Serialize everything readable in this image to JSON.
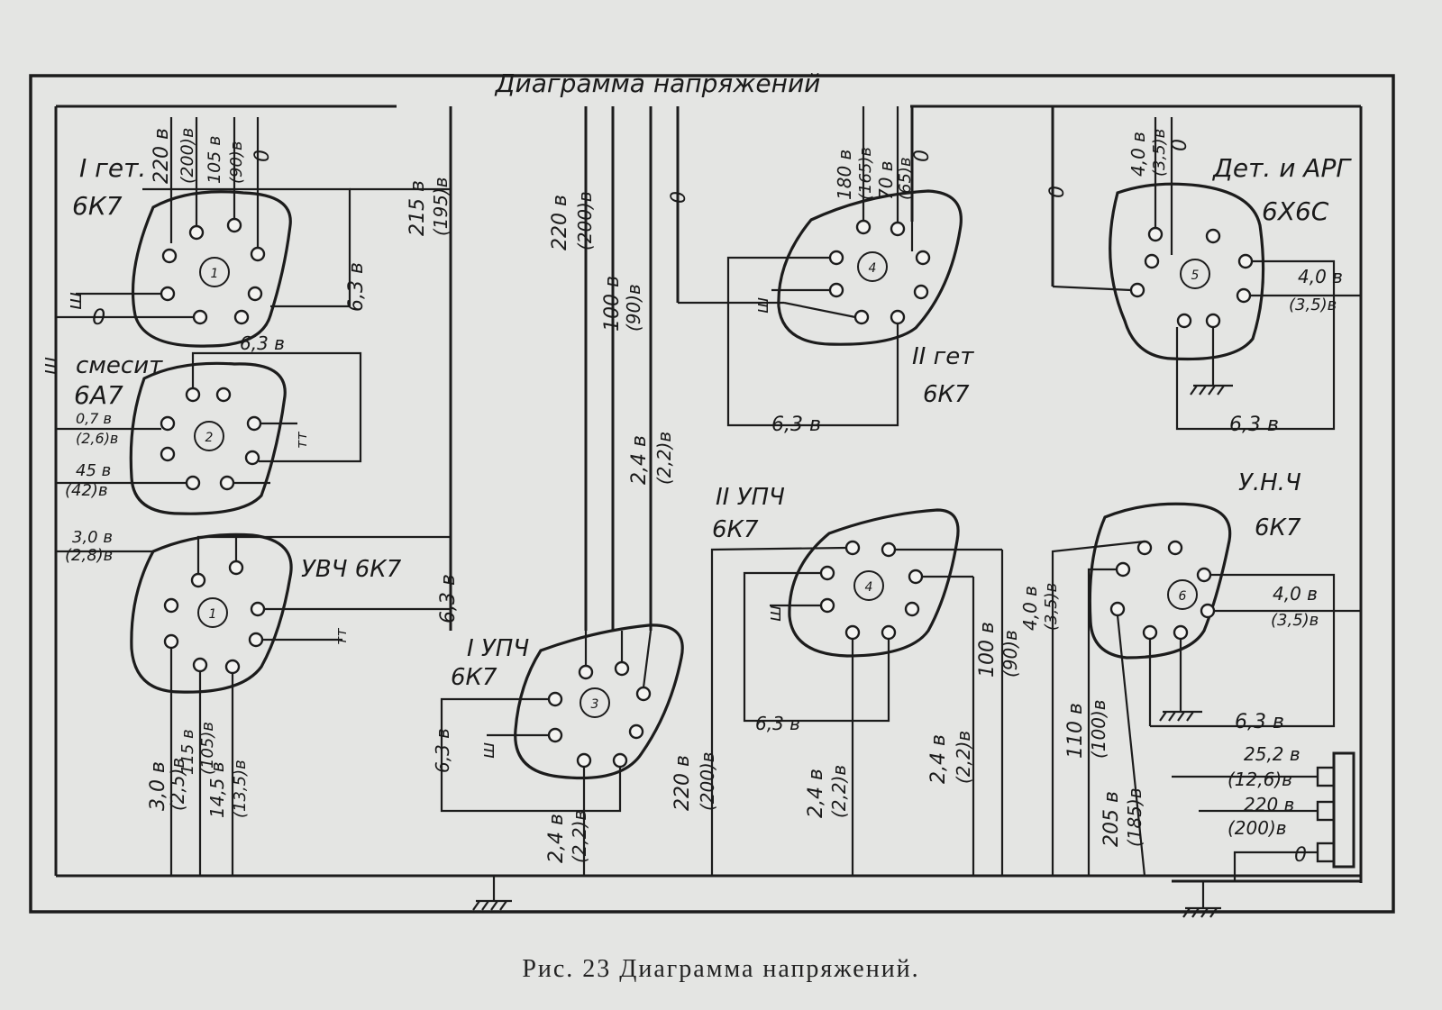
{
  "title": "Диаграмма напряжений",
  "caption": "Рис. 23  Диаграмма напряжений.",
  "tubes": [
    {
      "id": "hetI",
      "name": "I гет.",
      "type": "6К7",
      "num": "1"
    },
    {
      "id": "mixer",
      "name": "смесит",
      "type": "6А7",
      "num": "2"
    },
    {
      "id": "uvch",
      "name": "УВЧ 6К7",
      "type": "",
      "num": "1"
    },
    {
      "id": "upch1",
      "name": "I УПЧ",
      "type": "6К7",
      "num": "3"
    },
    {
      "id": "hetII",
      "name": "II гет",
      "type": "6К7",
      "num": "4"
    },
    {
      "id": "upch2",
      "name": "II УПЧ",
      "type": "6К7",
      "num": "4"
    },
    {
      "id": "detarg",
      "name": "Дет. и АРГ",
      "type": "6Х6С",
      "num": "5"
    },
    {
      "id": "unch",
      "name": "У.Н.Ч",
      "type": "6К7",
      "num": "6"
    }
  ],
  "labels": {
    "v220a": "220 в",
    "v200a": "(200)в",
    "v105a": "105 в",
    "v90a": "(90)в",
    "zeroA": "0",
    "shA": "ш",
    "zeroLeft": "0",
    "v63a": "6,3 в",
    "v215": "215 в",
    "v195": "(195)в",
    "shSide": "ш",
    "v63b": "6,3 в",
    "v076": "0,7 в",
    "v26": "(2,6)в",
    "v45": "45 в",
    "v42": "(42)в",
    "ttA": "тт",
    "v30b": "3,0 в",
    "v28b": "(2,8)в",
    "ttB": "тт",
    "v63c": "6,3 в",
    "v30c": "3,0 в",
    "v25c": "(2,5)в",
    "v115": "115 в",
    "v105b": "(105)в",
    "v145": "14,5 в",
    "v135": "(13,5)в",
    "v220b": "220 в",
    "v200b": "(200)в",
    "v100a": "100 в",
    "v90b": "(90)в",
    "v24a": "2,4 в",
    "v22a": "(2,2)в",
    "v63d": "6,3 в",
    "shB": "ш",
    "v24b": "2,4 в",
    "v22b": "(2,2)в",
    "zeroB": "0",
    "v180": "180 в",
    "v165": "(165)в",
    "v70": "70 в",
    "v65": "(65)в",
    "zeroC": "0",
    "shC": "ш",
    "v63e": "6,3 в",
    "zeroD": "0",
    "v40a": "4,0 в",
    "v35a": "(3,5)в",
    "zeroE": "0",
    "v40b": "4,0 в",
    "v35b": "(3,5)в",
    "v63f": "6,3 в",
    "v220c": "220 в",
    "v200c": "(200)в",
    "shD": "ш",
    "v63g": "6,3 в",
    "v24c": "2,4 в",
    "v22c": "(2,2)в",
    "v24d": "2,4 в",
    "v22d": "(2,2)в",
    "v100b": "100 в",
    "v90c": "(90)в",
    "v40c": "4,0 в",
    "v35c": "(3,5)в",
    "v110": "110 в",
    "v100c": "(100)в",
    "v205": "205 в",
    "v185": "(185)в",
    "v40d": "4,0 в",
    "v35d": "(3,5)в",
    "v63h": "6,3 в",
    "v252": "25,2 в",
    "v126": "(12,6)в",
    "v220d": "220 в",
    "v200d": "(200)в",
    "zeroF": "0"
  }
}
